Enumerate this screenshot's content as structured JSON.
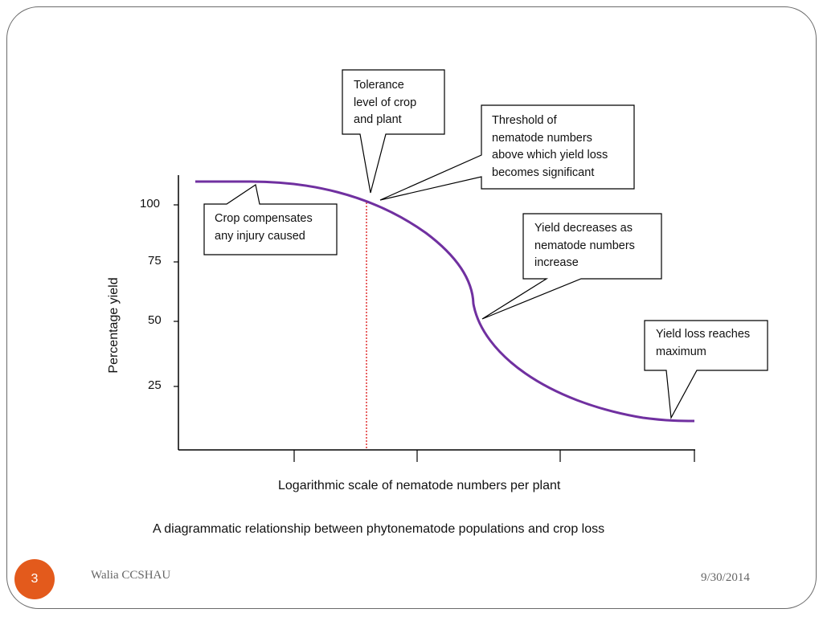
{
  "diagram": {
    "y_axis": {
      "label": "Percentage yield",
      "ticks": [
        "100",
        "75",
        "50",
        "25"
      ]
    },
    "x_axis": {
      "label": "Logarithmic scale of nematode numbers per plant"
    },
    "callouts": {
      "tolerance": "Tolerance\nlevel of crop\nand plant",
      "threshold": "Threshold of\nnematode numbers\nabove which yield loss\nbecomes significant",
      "compensates": "Crop compensates\nany injury caused",
      "decreases": "Yield decreases as\nnematode numbers\nincrease",
      "maximum": "Yield loss reaches\nmaximum"
    },
    "caption": "A diagrammatic relationship between phytonematode populations and crop loss",
    "colors": {
      "curve": "#7030a0",
      "tolerance_line": "#e03030"
    }
  },
  "footer": {
    "slide_number": "3",
    "author": "Walia CCSHAU",
    "date": "9/30/2014"
  }
}
